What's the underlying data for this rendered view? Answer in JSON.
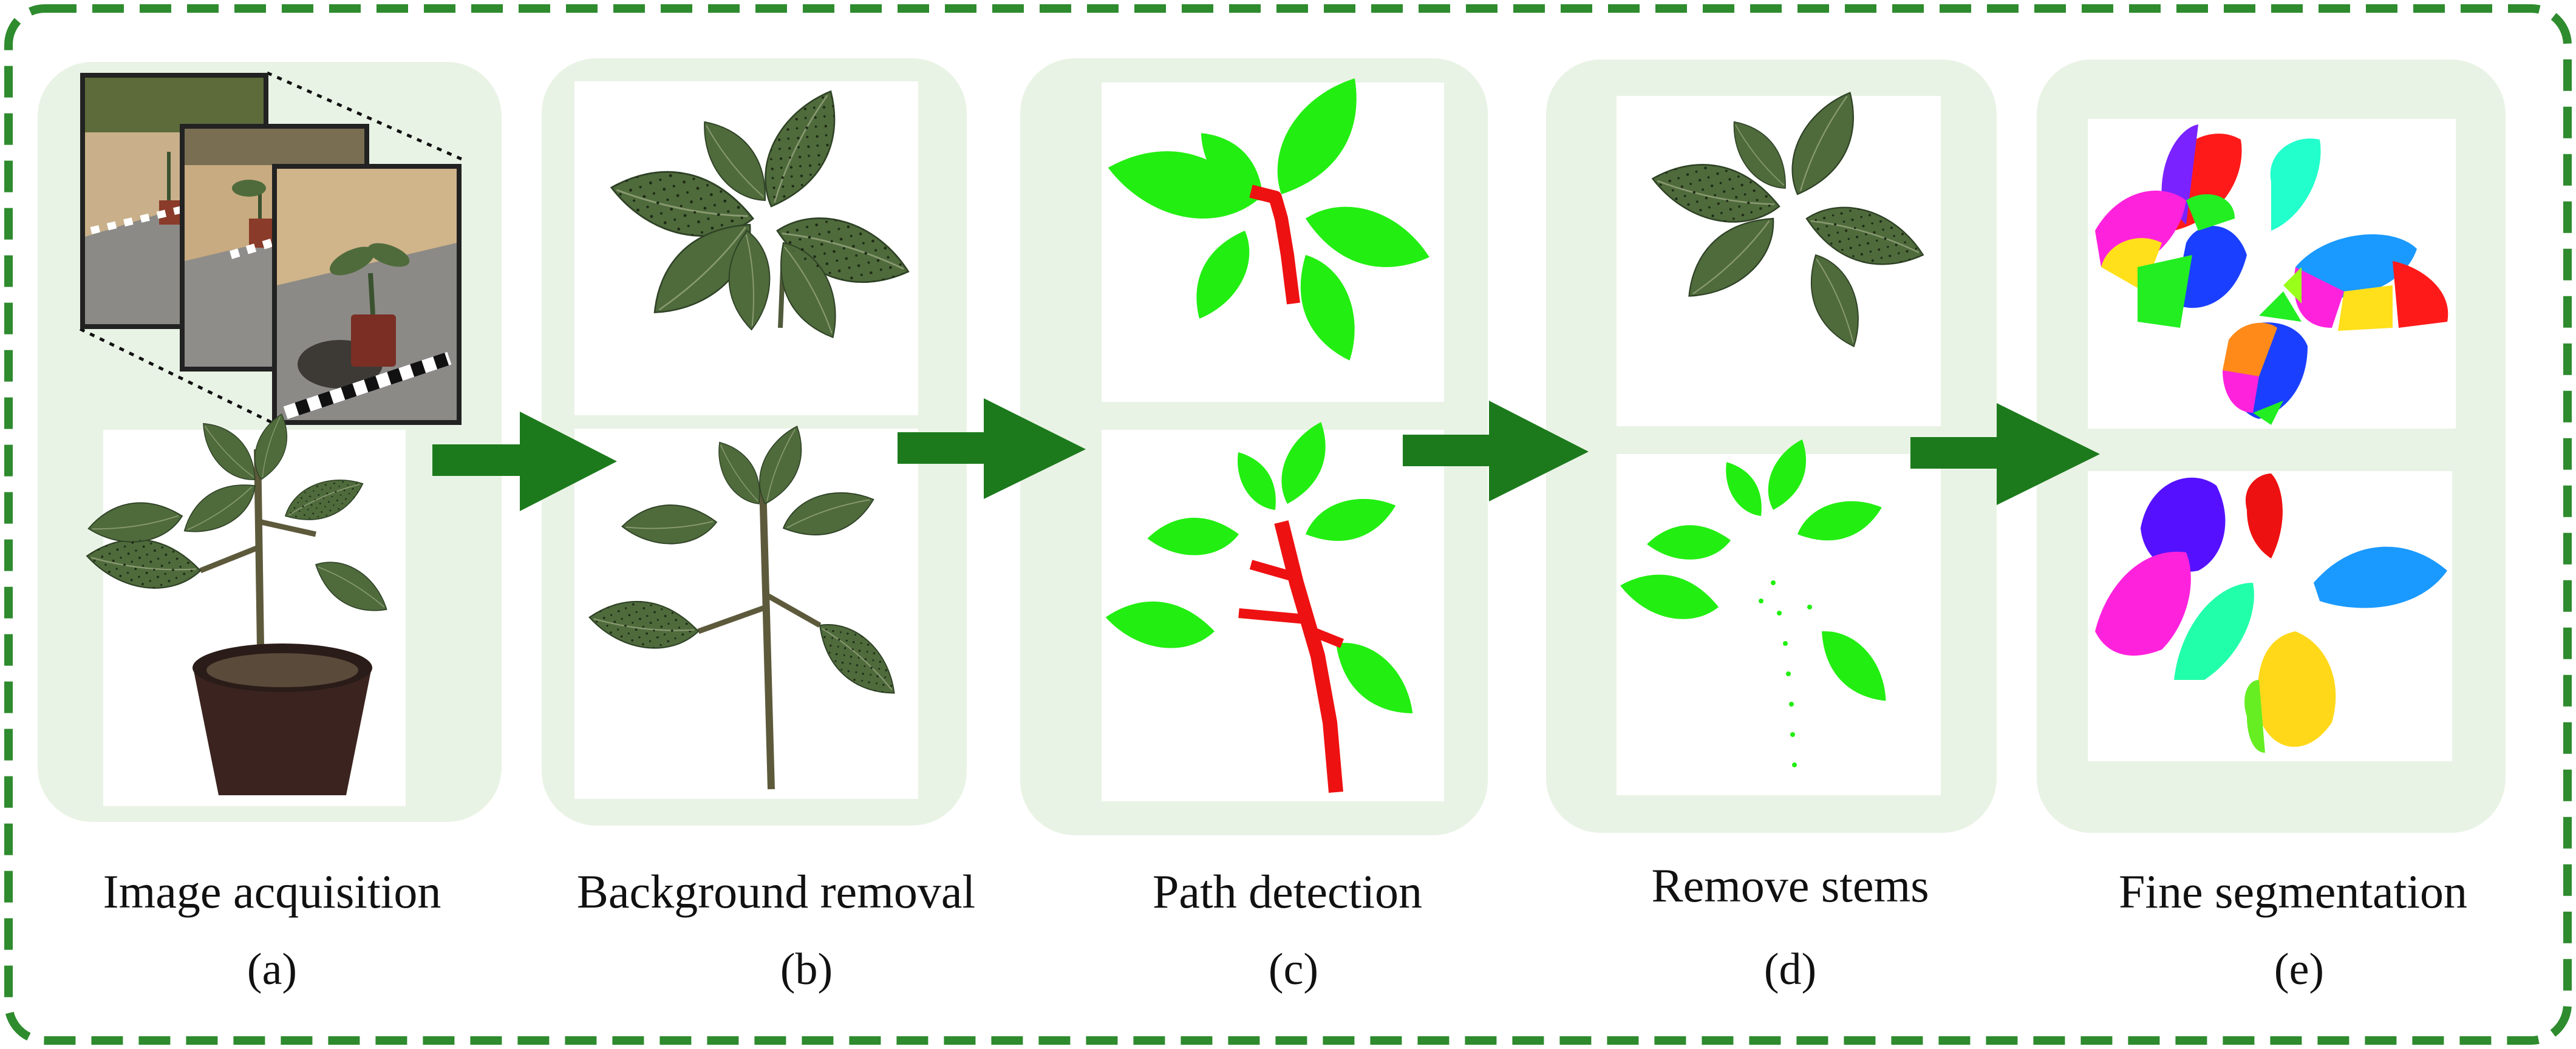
{
  "stages": [
    {
      "id": "a",
      "title": "Image acquisition",
      "letter": "(a)"
    },
    {
      "id": "b",
      "title": "Background removal",
      "letter": "(b)"
    },
    {
      "id": "c",
      "title": "Path detection",
      "letter": "(c)"
    },
    {
      "id": "d",
      "title": "Remove stems",
      "letter": "(d)"
    },
    {
      "id": "e",
      "title": "Fine segmentation",
      "letter": "(e)"
    }
  ],
  "colors": {
    "frame_dash": "#2e8b2e",
    "panel_bg": "#e9f3e5",
    "arrow": "#1c7a1c",
    "leaf_photo": "#4f6b3c",
    "leaf_photo_dark": "#3b5230",
    "stem_photo": "#5d5a3c",
    "leaf_green": "#22ee11",
    "stem_red": "#ee1111",
    "segment_colors": [
      "#ff1a1a",
      "#7a22ff",
      "#1a3fff",
      "#22ee22",
      "#ff22dd",
      "#22ffcc",
      "#ffe01a",
      "#1a99ff",
      "#ff8a1a",
      "#99ff1a"
    ]
  }
}
